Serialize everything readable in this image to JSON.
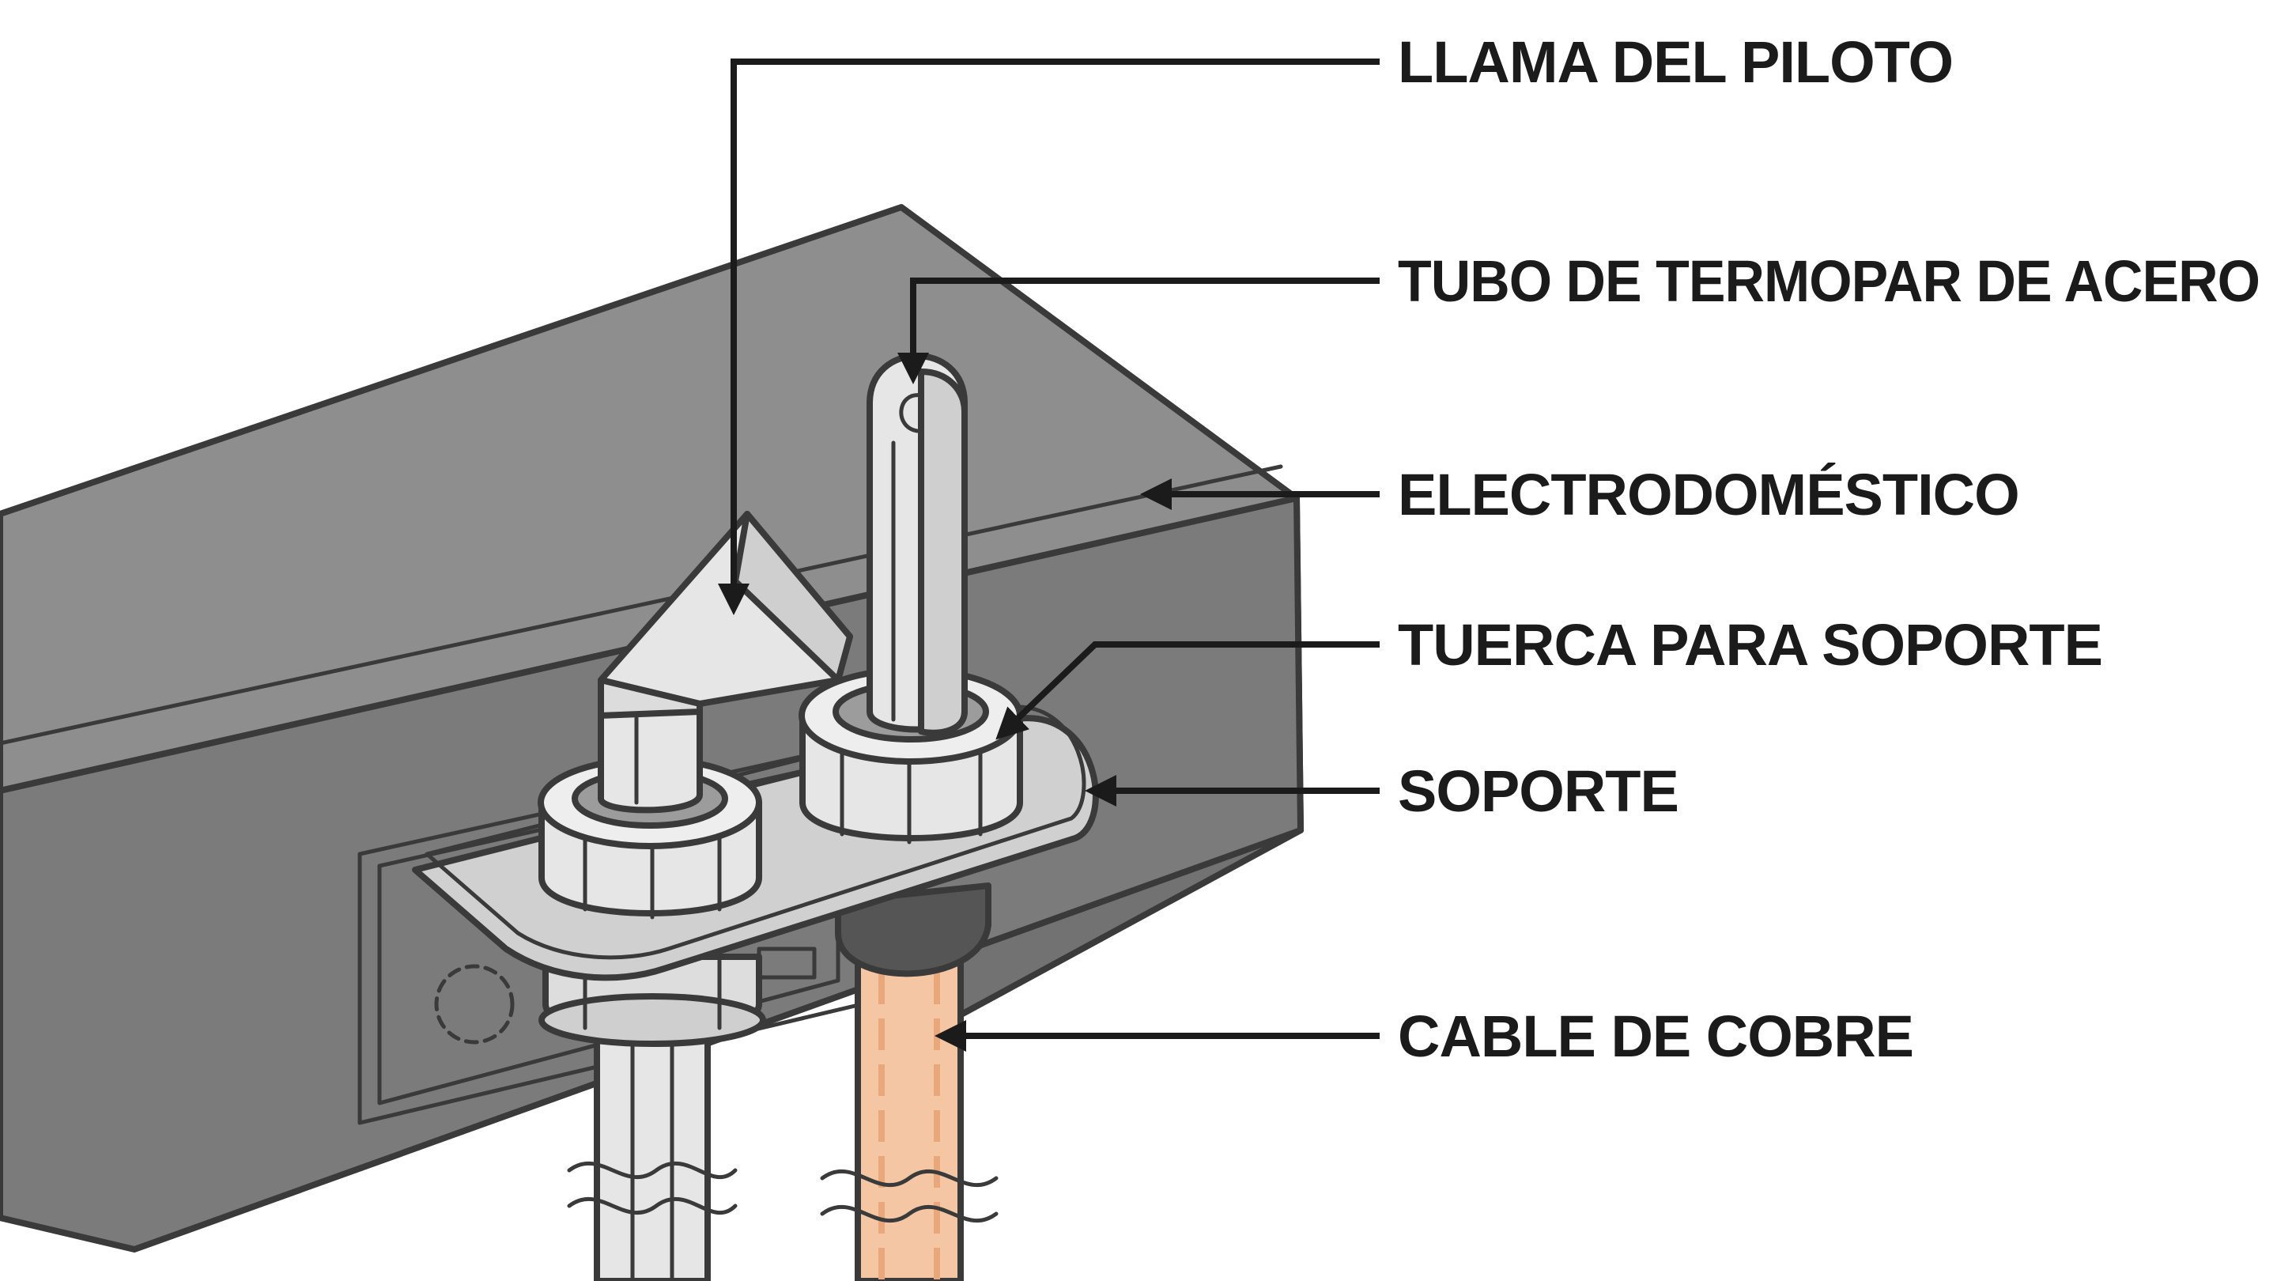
{
  "labels": {
    "pilot_flame": "LLAMA DEL PILOTO",
    "steel_tube": "TUBO DE TERMOPAR DE ACERO",
    "appliance": "ELECTRODOMÉSTICO",
    "bracket_nut": "TUERCA PARA SOPORTE",
    "bracket": "SOPORTE",
    "copper_cable": "CABLE DE COBRE"
  },
  "colors": {
    "box_top": "#8e8e8e",
    "box_front": "#7b7b7b",
    "box_side": "#727272",
    "outline": "#3a3a3a",
    "metal_light": "#e6e6e6",
    "metal_mid": "#cfcfcf",
    "copper": "#f4c6a4",
    "copper_dark": "#e9a87c",
    "leader": "#1b1b1b"
  }
}
